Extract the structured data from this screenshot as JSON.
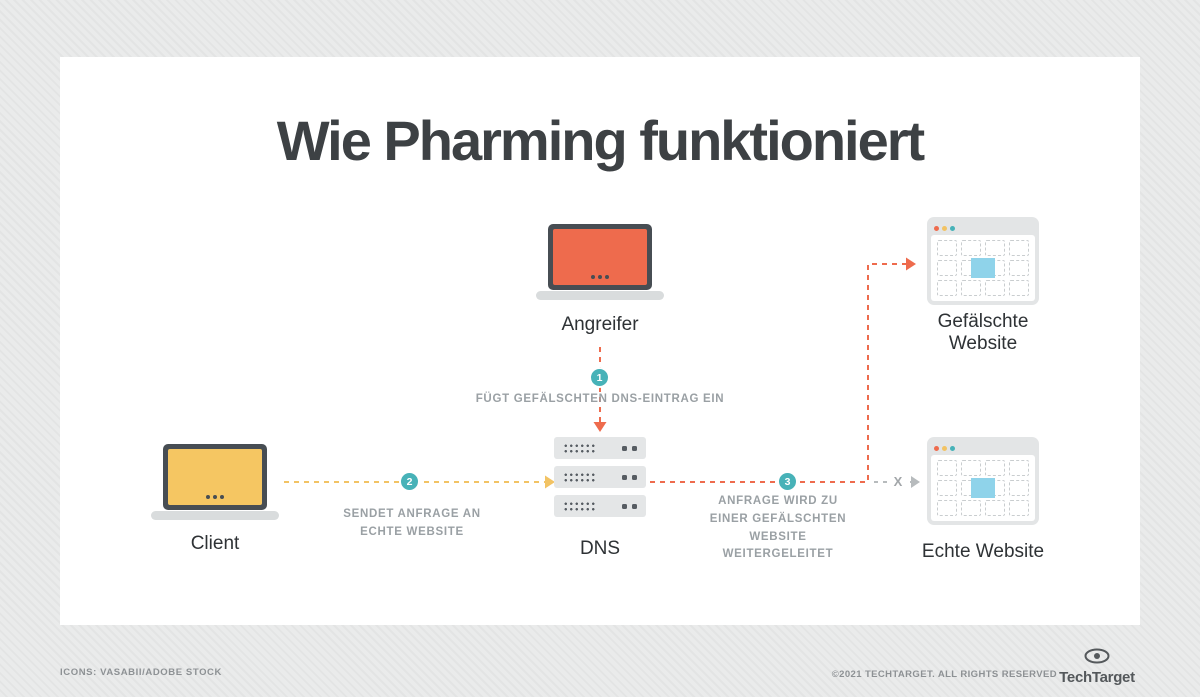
{
  "title": "Wie Pharming funktioniert",
  "nodes": {
    "attacker": {
      "label": "Angreifer"
    },
    "client": {
      "label": "Client"
    },
    "dns": {
      "label": "DNS"
    },
    "fake_website": {
      "label": "Gefälschte Website"
    },
    "real_website": {
      "label": "Echte Website"
    }
  },
  "steps": {
    "step1": {
      "number": "1",
      "label": "FÜGT GEFÄLSCHTEN DNS-EINTRAG EIN"
    },
    "step2": {
      "number": "2",
      "label": "SENDET ANFRAGE AN ECHTE WEBSITE"
    },
    "step3": {
      "number": "3",
      "label": "ANFRAGE WIRD ZU EINER GEFÄLSCHTEN WEBSITE WEITERGELEITET"
    }
  },
  "blocked_marker": "X",
  "footer": {
    "credits": "ICONS: VASABII/ADOBE STOCK",
    "copyright": "©2021 TECHTARGET. ALL RIGHTS RESERVED",
    "brand": "TechTarget"
  },
  "colors": {
    "accent_orange": "#ee6b4d",
    "accent_yellow": "#f2c364",
    "accent_teal": "#47b2b8",
    "line_gray": "#b7bbbd",
    "text_dark": "#3d4144",
    "step_text_gray": "#9aa0a4",
    "content_blue": "#8fd3ea"
  }
}
